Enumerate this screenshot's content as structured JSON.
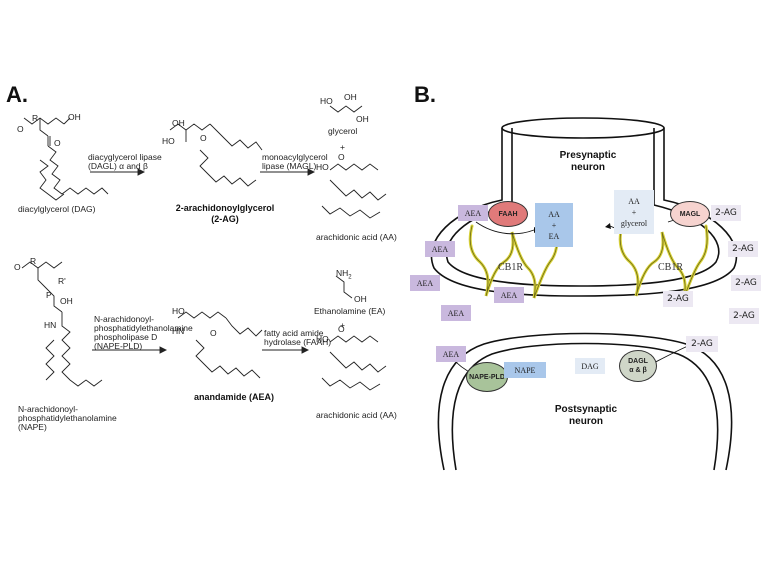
{
  "panel_a": {
    "label": "A.",
    "dag": "diacylglycerol (DAG)",
    "dagl_enzyme": [
      "diacyglycerol lipase",
      "(DAGL) α and β"
    ],
    "two_ag": [
      "2-arachidonoylglycerol",
      "(2-AG)"
    ],
    "magl_enzyme": [
      "monoacylglycerol",
      "lipase (MAGL)"
    ],
    "glycerol": "glycerol",
    "plus1": "+",
    "aa1": "arachidonic acid (AA)",
    "nape_name": [
      "N-arachidonoyl-",
      "phosphatidylethanolamine",
      "(NAPE)"
    ],
    "nape_pld_enzyme": [
      "N-arachidonoyl-",
      "phosphatidylethanolamine",
      "phospholipase D",
      "(NAPE-PLD)"
    ],
    "anandamide": "anandamide (AEA)",
    "faah_enzyme": [
      "fatty acid amide",
      "hydrolase (FAAH)"
    ],
    "ethanolamine": "Ethanolamine (EA)",
    "plus2": "+",
    "aa2": "arachidonic acid (AA)",
    "atoms": {
      "O": "O",
      "OH": "OH",
      "HO": "HO",
      "R": "R",
      "R_prime": "R'",
      "P": "P",
      "NH2": "NH",
      "NH2_sub": "2",
      "HN": "HN",
      "N": "N"
    }
  },
  "panel_b": {
    "label": "B.",
    "presynaptic": [
      "Presynaptic",
      "neuron"
    ],
    "postsynaptic": [
      "Postsynaptic",
      "neuron"
    ],
    "cb1r_left": "CB1R",
    "cb1r_right": "CB1R",
    "aea": "AEA",
    "two_ag": "2-AG",
    "faah": "FAAH",
    "magl": "MAGL",
    "aa_ea": [
      "AA",
      "+",
      "EA"
    ],
    "aa_glycerol": [
      "AA",
      "+",
      "glycerol"
    ],
    "nape_pld": "NAPE-PLD",
    "nape": "NAPE",
    "dag": "DAG",
    "dagl": [
      "DAGL",
      "α & β"
    ]
  },
  "colors": {
    "aea_box": "#c9b8de",
    "two_ag_box": "#ece8f2",
    "product_box": "#a9c7ea",
    "product_box_light": "#e3ebf5",
    "faah_oval": "#e07a7a",
    "magl_oval": "#f6d3cf",
    "nape_pld_oval": "#a8c39a",
    "dagl_oval": "#cfd6c8",
    "receptor": "#d8d23a"
  }
}
